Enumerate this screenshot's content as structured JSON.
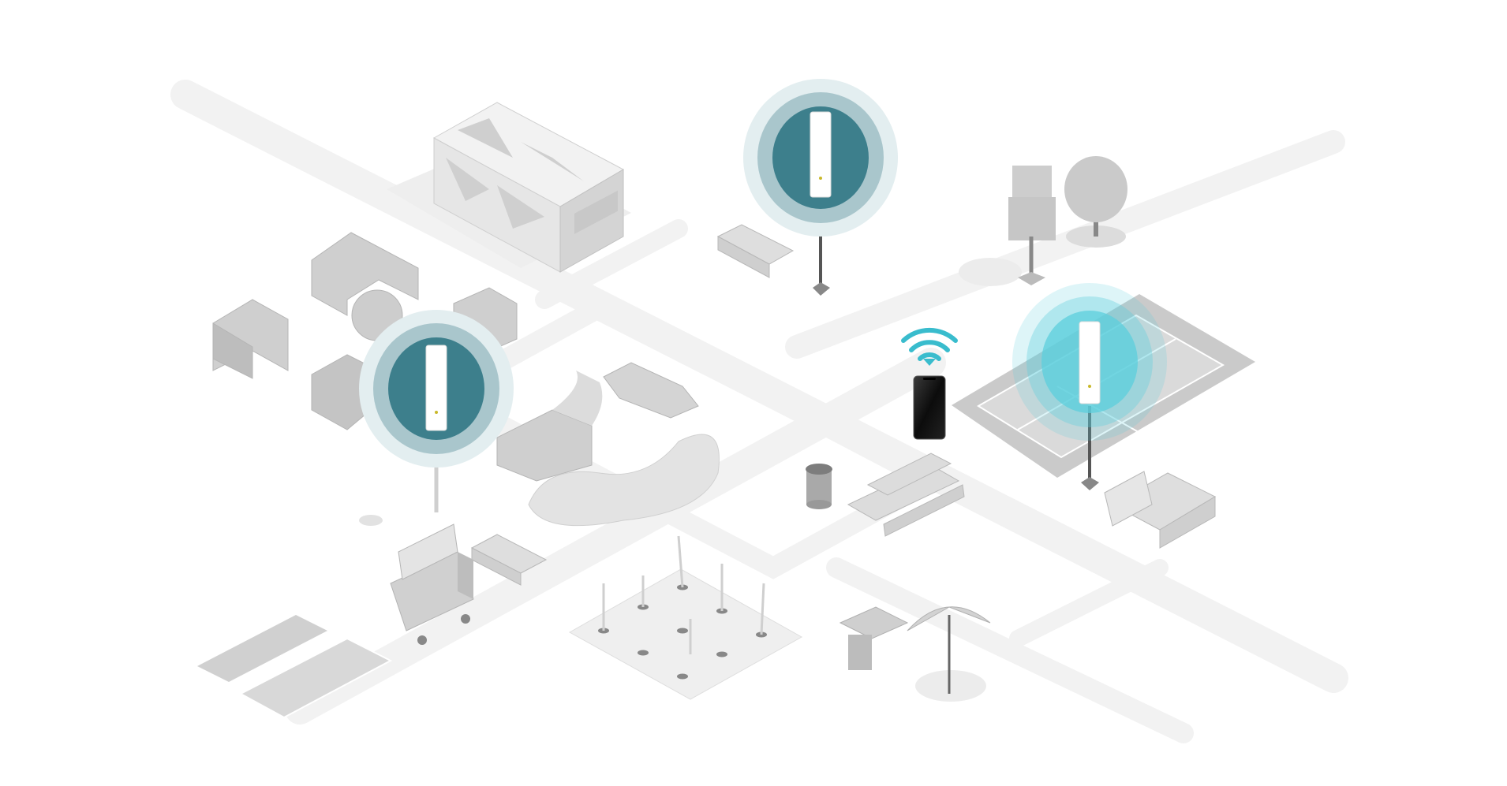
{
  "scene": {
    "description_type": "isometric outdoor park wifi coverage illustration",
    "colors": {
      "background": "#ffffff",
      "road": "#f3f3f3",
      "object_gray": "#d9d9d9",
      "object_dark": "#a8a8a8",
      "ap_signal_dark": "#3d7f8c",
      "ap_signal_mid": "#a9c6cc",
      "ap_signal_light": "#e3eef0",
      "ap_signal_cyan": "#5ccfdc",
      "wifi_icon": "#39bccd",
      "phone": "#111111"
    },
    "access_points": [
      {
        "id": "top",
        "style": "teal",
        "icon": "outdoor-access-point-icon"
      },
      {
        "id": "left",
        "style": "teal",
        "icon": "outdoor-access-point-icon"
      },
      {
        "id": "right",
        "style": "cyan",
        "icon": "outdoor-access-point-icon"
      }
    ],
    "client": {
      "icon": "smartphone-icon",
      "signal_icon": "wifi-icon"
    }
  }
}
